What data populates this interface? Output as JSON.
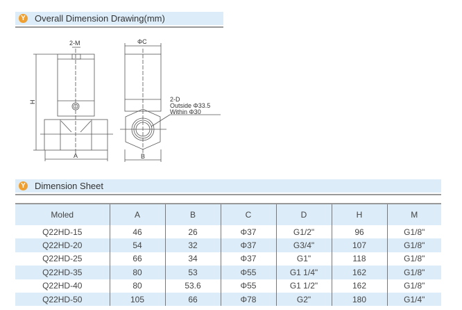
{
  "sections": {
    "drawing_title": "Overall Dimension Drawing(mm)",
    "sheet_title": "Dimension Sheet",
    "icon_letter": "Y"
  },
  "drawing": {
    "m_label": "2-M",
    "c_label": "ΦC",
    "h_label": "H",
    "a_label": "A",
    "b_label": "B",
    "d_label": "2-D",
    "outside": "Outside Φ33.5",
    "within": "Within Φ30"
  },
  "table": {
    "headers": [
      "Moled",
      "A",
      "B",
      "C",
      "D",
      "H",
      "M"
    ],
    "rows": [
      [
        "Q22HD-15",
        "46",
        "26",
        "Φ37",
        "G1/2\"",
        "96",
        "G1/8\""
      ],
      [
        "Q22HD-20",
        "54",
        "32",
        "Φ37",
        "G3/4\"",
        "107",
        "G1/8\""
      ],
      [
        "Q22HD-25",
        "66",
        "34",
        "Φ37",
        "G1\"",
        "118",
        "G1/8\""
      ],
      [
        "Q22HD-35",
        "80",
        "53",
        "Φ55",
        "G1 1/4\"",
        "162",
        "G1/8\""
      ],
      [
        "Q22HD-40",
        "80",
        "53.6",
        "Φ55",
        "G1 1/2\"",
        "162",
        "G1/8\""
      ],
      [
        "Q22HD-50",
        "105",
        "66",
        "Φ78",
        "G2\"",
        "180",
        "G1/4\""
      ]
    ]
  }
}
